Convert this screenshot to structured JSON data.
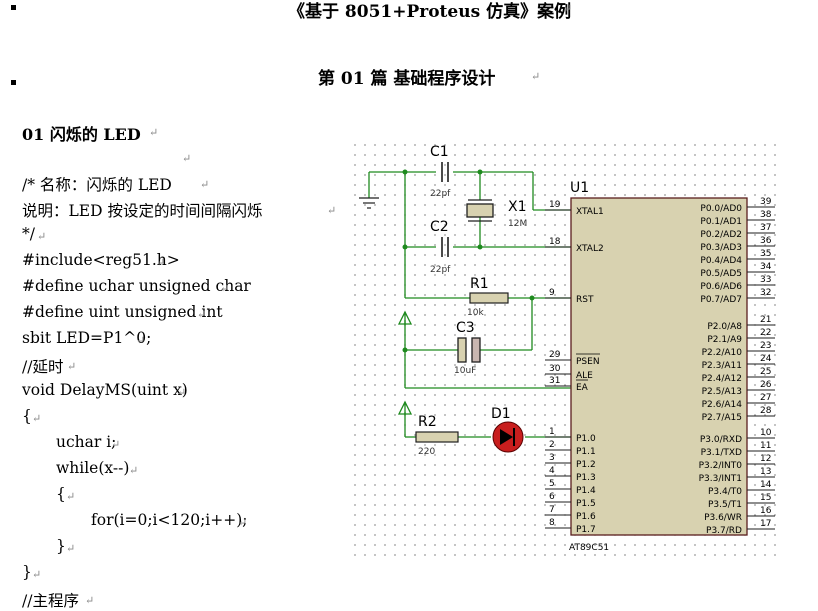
{
  "doc": {
    "title": "《基于 8051+Proteus 仿真》案例",
    "chapter": "第  01  篇  基础程序设计",
    "section": "01    闪烁的 LED",
    "mark": "↵"
  },
  "code_lines": [
    "/*      名称：闪烁的 LED",
    "        说明：LED 按设定的时间间隔闪烁",
    "*/",
    "#include<reg51.h>",
    "#define uchar unsigned char",
    "#define uint unsigned int",
    "sbit LED=P1^0;",
    "//延时",
    "void DelayMS(uint x)",
    "{",
    "uchar i;",
    "while(x--)",
    "{",
    "for(i=0;i<120;i++);",
    "}",
    "}",
    "//主程序"
  ],
  "schematic": {
    "chip_ref": "U1",
    "chip_part": "AT89C51",
    "left_pins": [
      {
        "num": "19",
        "name": "XTAL1"
      },
      {
        "num": "18",
        "name": "XTAL2"
      },
      {
        "num": "9",
        "name": "RST"
      },
      {
        "num": "29",
        "name": "PSEN"
      },
      {
        "num": "30",
        "name": "ALE"
      },
      {
        "num": "31",
        "name": "EA"
      },
      {
        "num": "1",
        "name": "P1.0"
      },
      {
        "num": "2",
        "name": "P1.1"
      },
      {
        "num": "3",
        "name": "P1.2"
      },
      {
        "num": "4",
        "name": "P1.3"
      },
      {
        "num": "5",
        "name": "P1.4"
      },
      {
        "num": "6",
        "name": "P1.5"
      },
      {
        "num": "7",
        "name": "P1.6"
      },
      {
        "num": "8",
        "name": "P1.7"
      }
    ],
    "right_pins": [
      {
        "num": "39",
        "name": "P0.0/AD0"
      },
      {
        "num": "38",
        "name": "P0.1/AD1"
      },
      {
        "num": "37",
        "name": "P0.2/AD2"
      },
      {
        "num": "36",
        "name": "P0.3/AD3"
      },
      {
        "num": "35",
        "name": "P0.4/AD4"
      },
      {
        "num": "34",
        "name": "P0.5/AD5"
      },
      {
        "num": "33",
        "name": "P0.6/AD6"
      },
      {
        "num": "32",
        "name": "P0.7/AD7"
      },
      {
        "num": "21",
        "name": "P2.0/A8"
      },
      {
        "num": "22",
        "name": "P2.1/A9"
      },
      {
        "num": "23",
        "name": "P2.2/A10"
      },
      {
        "num": "24",
        "name": "P2.3/A11"
      },
      {
        "num": "25",
        "name": "P2.4/A12"
      },
      {
        "num": "26",
        "name": "P2.5/A13"
      },
      {
        "num": "27",
        "name": "P2.6/A14"
      },
      {
        "num": "28",
        "name": "P2.7/A15"
      },
      {
        "num": "10",
        "name": "P3.0/RXD"
      },
      {
        "num": "11",
        "name": "P3.1/TXD"
      },
      {
        "num": "12",
        "name": "P3.2/INT0"
      },
      {
        "num": "13",
        "name": "P3.3/INT1"
      },
      {
        "num": "14",
        "name": "P3.4/T0"
      },
      {
        "num": "15",
        "name": "P3.5/T1"
      },
      {
        "num": "16",
        "name": "P3.6/WR"
      },
      {
        "num": "17",
        "name": "P3.7/RD"
      }
    ],
    "components": {
      "c1": {
        "ref": "C1",
        "value": "22pf"
      },
      "c2": {
        "ref": "C2",
        "value": "22pf"
      },
      "x1": {
        "ref": "X1",
        "value": "12M"
      },
      "r1": {
        "ref": "R1",
        "value": "10k"
      },
      "c3": {
        "ref": "C3",
        "value": "10uF"
      },
      "r2": {
        "ref": "R2",
        "value": "220"
      },
      "d1": {
        "ref": "D1"
      }
    }
  }
}
